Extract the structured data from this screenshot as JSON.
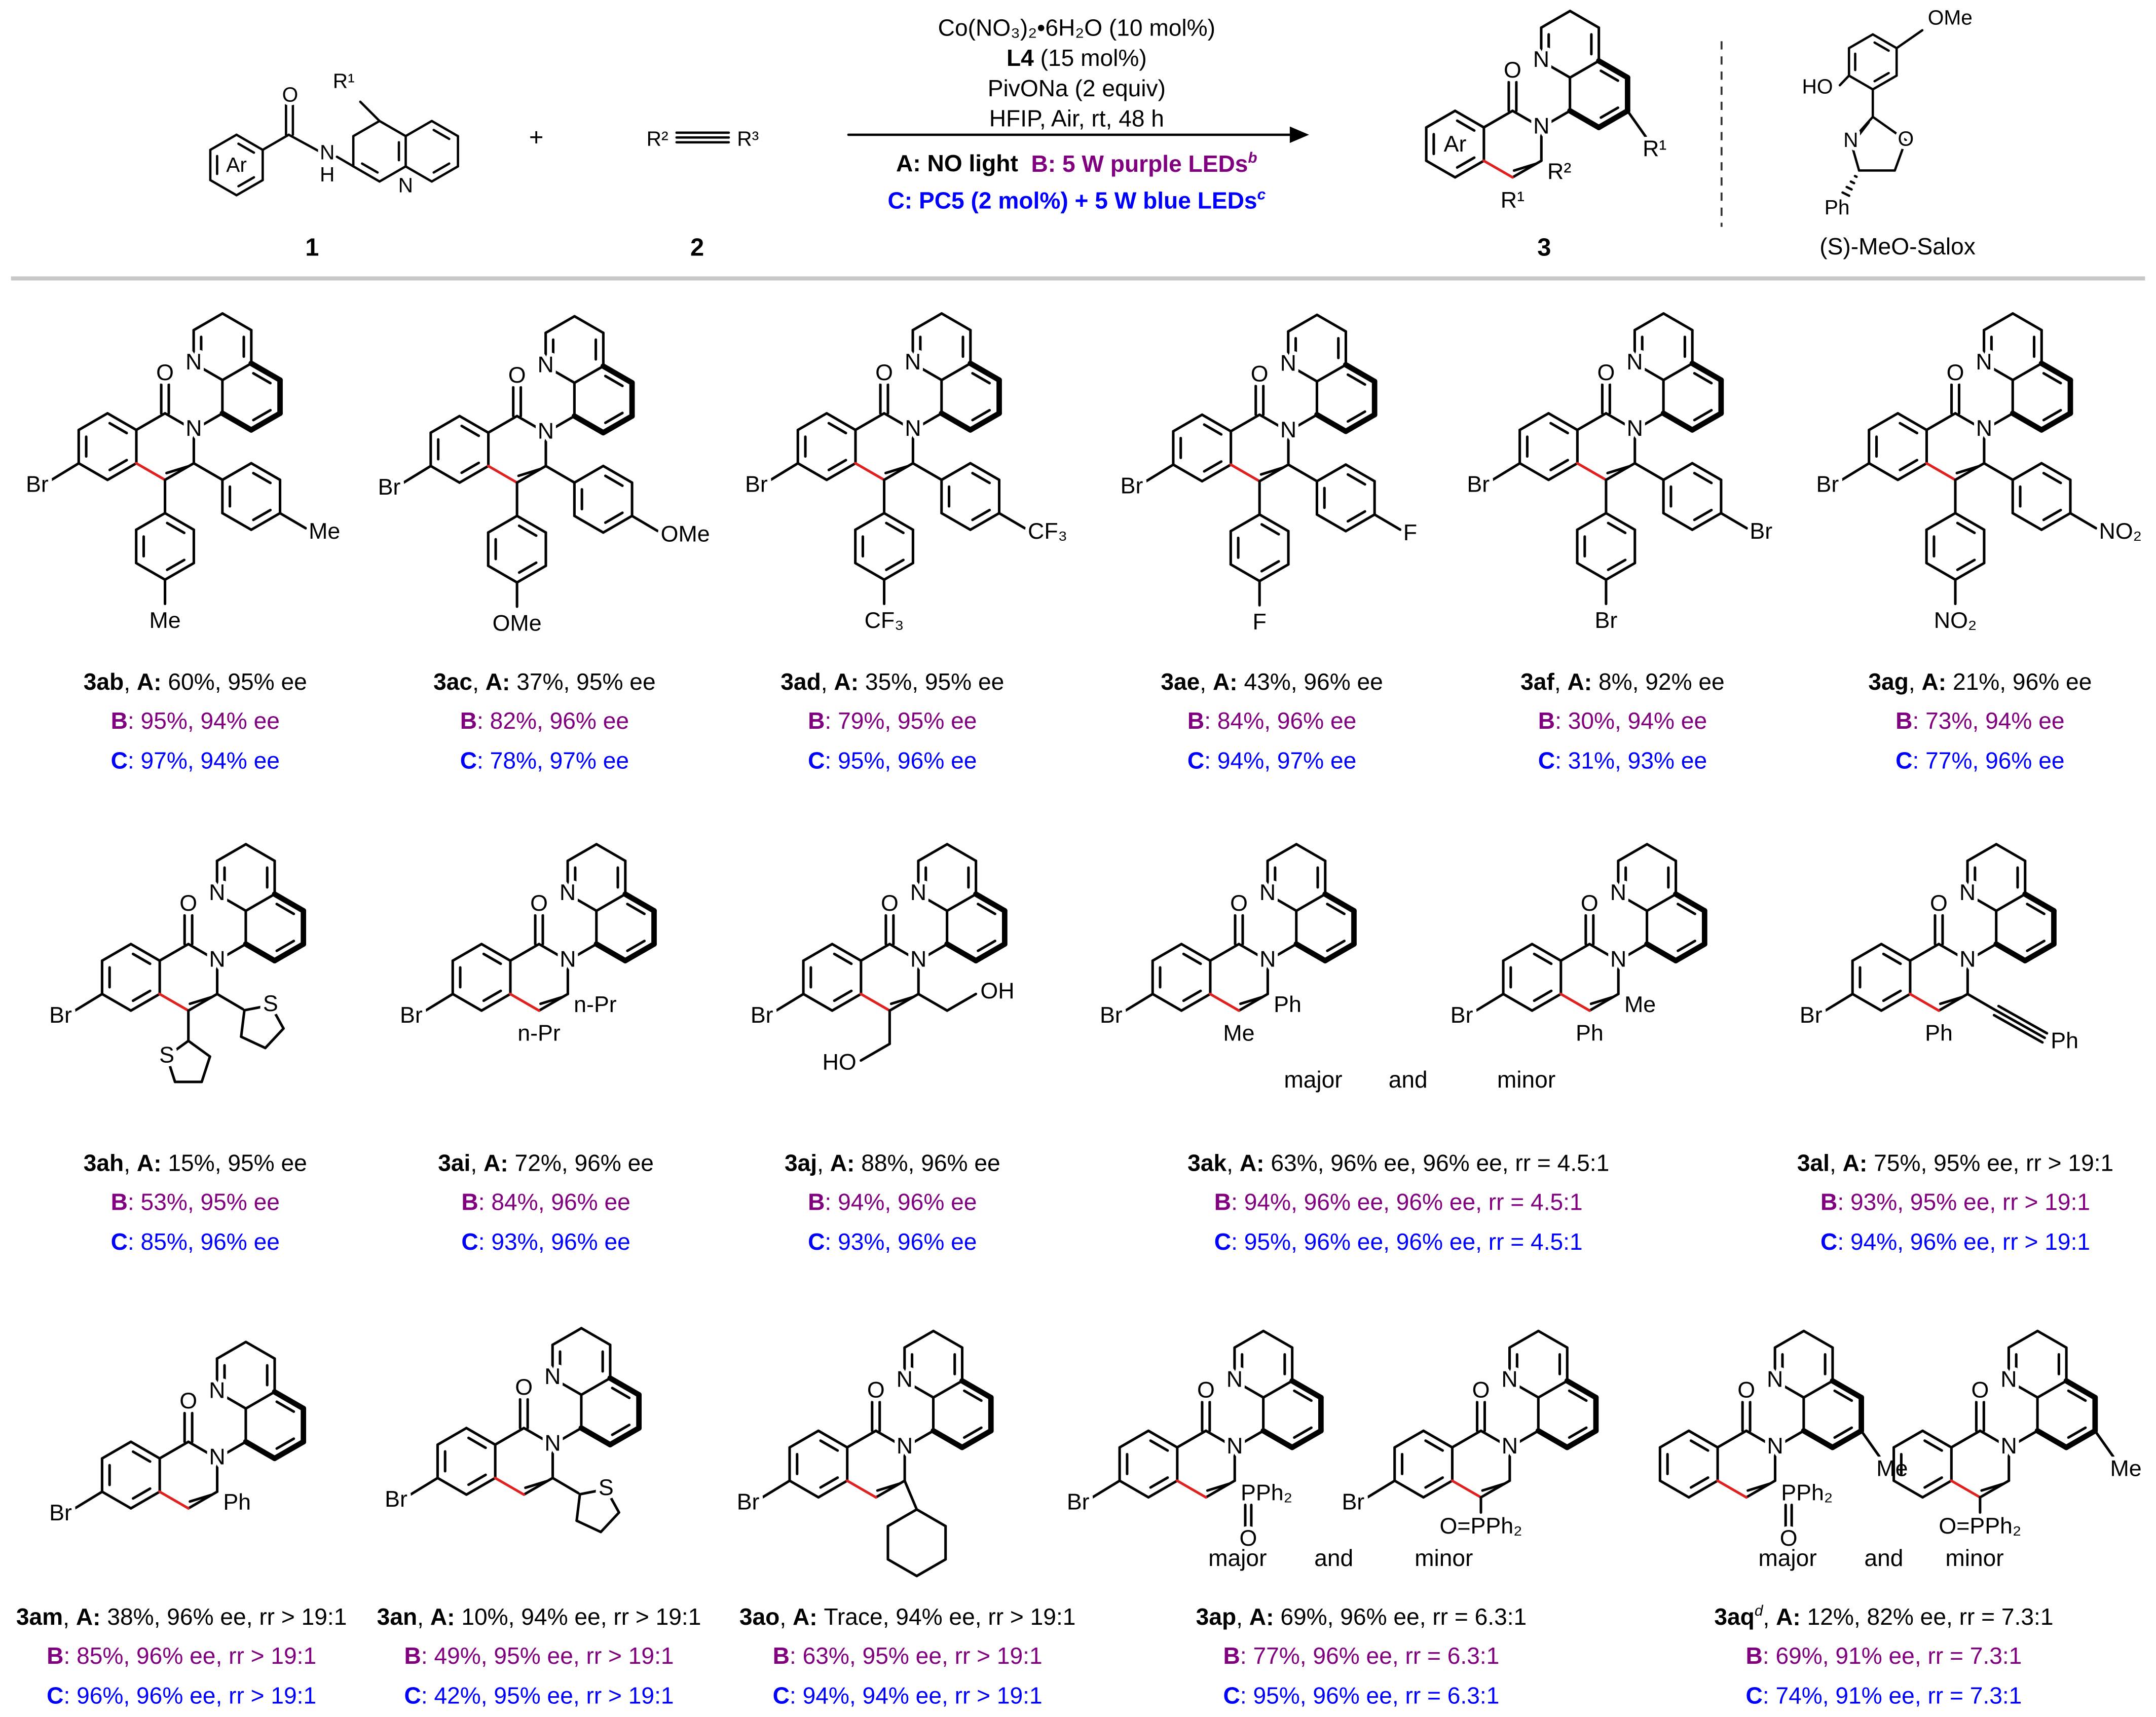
{
  "atoms": {
    "O": "O",
    "N": "N",
    "Br": "Br",
    "H": "H",
    "S": "S"
  },
  "scheme": {
    "reagent1": {
      "label": "1",
      "ar": "Ar",
      "r1": "R¹"
    },
    "plus": "+",
    "reagent2": {
      "label": "2",
      "r2": "R²",
      "r3": "R³"
    },
    "conditions": {
      "line1": "Co(NO₃)₂•6H₂O (10 mol%)",
      "line2_bold": "L4",
      "line2_rest": " (15 mol%)",
      "line3": "PivONa (2 equiv)",
      "line4": "HFIP, Air, rt, 48 h",
      "cond_a": "A: NO light",
      "cond_b": "B: 5 W purple LEDs",
      "cond_b_sup": "b",
      "cond_c": "C: PC5 (2 mol%) + 5 W blue LEDs",
      "cond_c_sup": "c"
    },
    "product": {
      "label": "3",
      "ar": "Ar",
      "r1": "R¹",
      "r2": "R²",
      "q": "R¹"
    },
    "ligand": {
      "name": "(S)-MeO-Salox",
      "ome": "OMe",
      "ho": "HO",
      "ph": "Ph"
    }
  },
  "letters": {
    "A": "A",
    "B": "B",
    "C": "C"
  },
  "colors": {
    "B": "#800080",
    "C": "#0000ff",
    "highlight_bond": "#e0201e"
  },
  "compounds": [
    {
      "id": "3ab",
      "sup": "",
      "a": "60%, 95% ee",
      "b": "95%, 94% ee",
      "c": "97%, 94% ee",
      "structures": [
        {
          "c3": "Me",
          "c4": "Me"
        }
      ]
    },
    {
      "id": "3ac",
      "sup": "",
      "a": "37%, 95% ee",
      "b": "82%, 96% ee",
      "c": "78%, 97% ee",
      "structures": [
        {
          "c3": "OMe",
          "c4": "OMe"
        }
      ]
    },
    {
      "id": "3ad",
      "sup": "",
      "a": "35%, 95% ee",
      "b": "79%, 95% ee",
      "c": "95%, 96% ee",
      "structures": [
        {
          "c3": "CF₃",
          "c4": "CF₃"
        }
      ]
    },
    {
      "id": "3ae",
      "sup": "",
      "a": "43%, 96% ee",
      "b": "84%, 96% ee",
      "c": "94%, 97% ee",
      "structures": [
        {
          "c3": "F",
          "c4": "F"
        }
      ]
    },
    {
      "id": "3af",
      "sup": "",
      "a": "8%, 92% ee",
      "b": "30%, 94% ee",
      "c": "31%, 93% ee",
      "structures": [
        {
          "c3": "Br",
          "c4": "Br"
        }
      ]
    },
    {
      "id": "3ag",
      "sup": "",
      "a": "21%, 96% ee",
      "b": "73%, 94% ee",
      "c": "77%, 96% ee",
      "structures": [
        {
          "c3": "NO₂",
          "c4": "NO₂"
        }
      ]
    },
    {
      "id": "3ah",
      "sup": "",
      "a": "15%, 95% ee",
      "b": "53%, 95% ee",
      "c": "85%, 96% ee",
      "structures": [
        {
          "c3": "S",
          "c4": "S"
        }
      ]
    },
    {
      "id": "3ai",
      "sup": "",
      "a": "72%, 96% ee",
      "b": "84%, 96% ee",
      "c": "93%, 96% ee",
      "structures": [
        {
          "c3": "n-Pr",
          "c4": "n-Pr"
        }
      ]
    },
    {
      "id": "3aj",
      "sup": "",
      "a": "88%, 96% ee",
      "b": "94%, 96% ee",
      "c": "93%, 96% ee",
      "structures": [
        {
          "c3": "OH",
          "c4": "HO"
        }
      ]
    },
    {
      "id": "3ak",
      "sup": "",
      "a": "63%, 96% ee, 96% ee, rr = 4.5:1",
      "b": "94%, 96% ee, 96% ee, rr = 4.5:1",
      "c": "95%, 96% ee, 96% ee, rr = 4.5:1",
      "structures": [
        {
          "c3": "Ph",
          "c4": "Me"
        },
        {
          "c3": "Me",
          "c4": "Ph"
        }
      ],
      "notes": [
        "major",
        "and",
        "minor"
      ]
    },
    {
      "id": "3al",
      "sup": "",
      "a": "75%, 95% ee, rr > 19:1",
      "b": "93%, 95% ee, rr > 19:1",
      "c": "94%, 96% ee, rr > 19:1",
      "structures": [
        {
          "c3": "Ph",
          "c4": "Ph"
        }
      ]
    },
    {
      "id": "3am",
      "sup": "",
      "a": "38%, 96% ee, rr > 19:1",
      "b": "85%, 96% ee, rr > 19:1",
      "c": "96%, 96% ee, rr > 19:1",
      "structures": [
        {
          "c3": "Ph"
        }
      ]
    },
    {
      "id": "3an",
      "sup": "",
      "a": "10%, 94% ee, rr > 19:1",
      "b": "49%, 95% ee, rr > 19:1",
      "c": "42%, 95% ee, rr > 19:1",
      "structures": [
        {
          "c3": "S"
        }
      ]
    },
    {
      "id": "3ao",
      "sup": "",
      "a": "Trace, 94% ee, rr > 19:1",
      "b": "63%, 95% ee, rr > 19:1",
      "c": "94%, 94% ee, rr > 19:1",
      "structures": [
        {}
      ]
    },
    {
      "id": "3ap",
      "sup": "",
      "a": "69%, 96% ee, rr = 6.3:1",
      "b": "77%, 96% ee, rr = 6.3:1",
      "c": "95%, 96% ee, rr = 6.3:1",
      "structures": [
        {
          "c3": "PPh₂"
        },
        {
          "c4": "O=PPh₂"
        }
      ],
      "notes": [
        "major",
        "and",
        "minor"
      ]
    },
    {
      "id": "3aq",
      "sup": "d",
      "a": "12%, 82% ee, rr = 7.3:1",
      "b": "69%, 91% ee, rr = 7.3:1",
      "c": "74%, 91% ee,  rr = 7.3:1",
      "structures": [
        {
          "c3": "PPh₂",
          "q": "Me"
        },
        {
          "c4": "O=PPh₂",
          "q": "Me"
        }
      ],
      "notes": [
        "major",
        "and",
        "minor"
      ]
    }
  ]
}
